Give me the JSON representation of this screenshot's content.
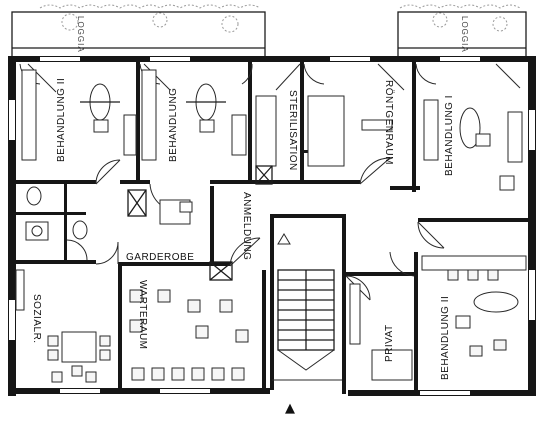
{
  "rooms": {
    "behandlung_2_top": "BEHANDLUNG II",
    "behandlung_top_mid": "BEHANDLUNG",
    "sterilisation": "STERILISATION",
    "roentgenraum": "RÖNTGENRAUM",
    "behandlung_1": "BEHANDLUNG I",
    "anmeldung": "ANMELDUNG",
    "garderobe": "GARDEROBE",
    "sozialraum": "SOZIALR.",
    "warteraum": "WARTERAUM",
    "privat": "PRIVAT",
    "behandlung_2_bottom": "BEHANDLUNG II"
  },
  "balconies": {
    "left": "LOGGIA",
    "right": "LOGGIA"
  },
  "entrance_marker": "▲"
}
